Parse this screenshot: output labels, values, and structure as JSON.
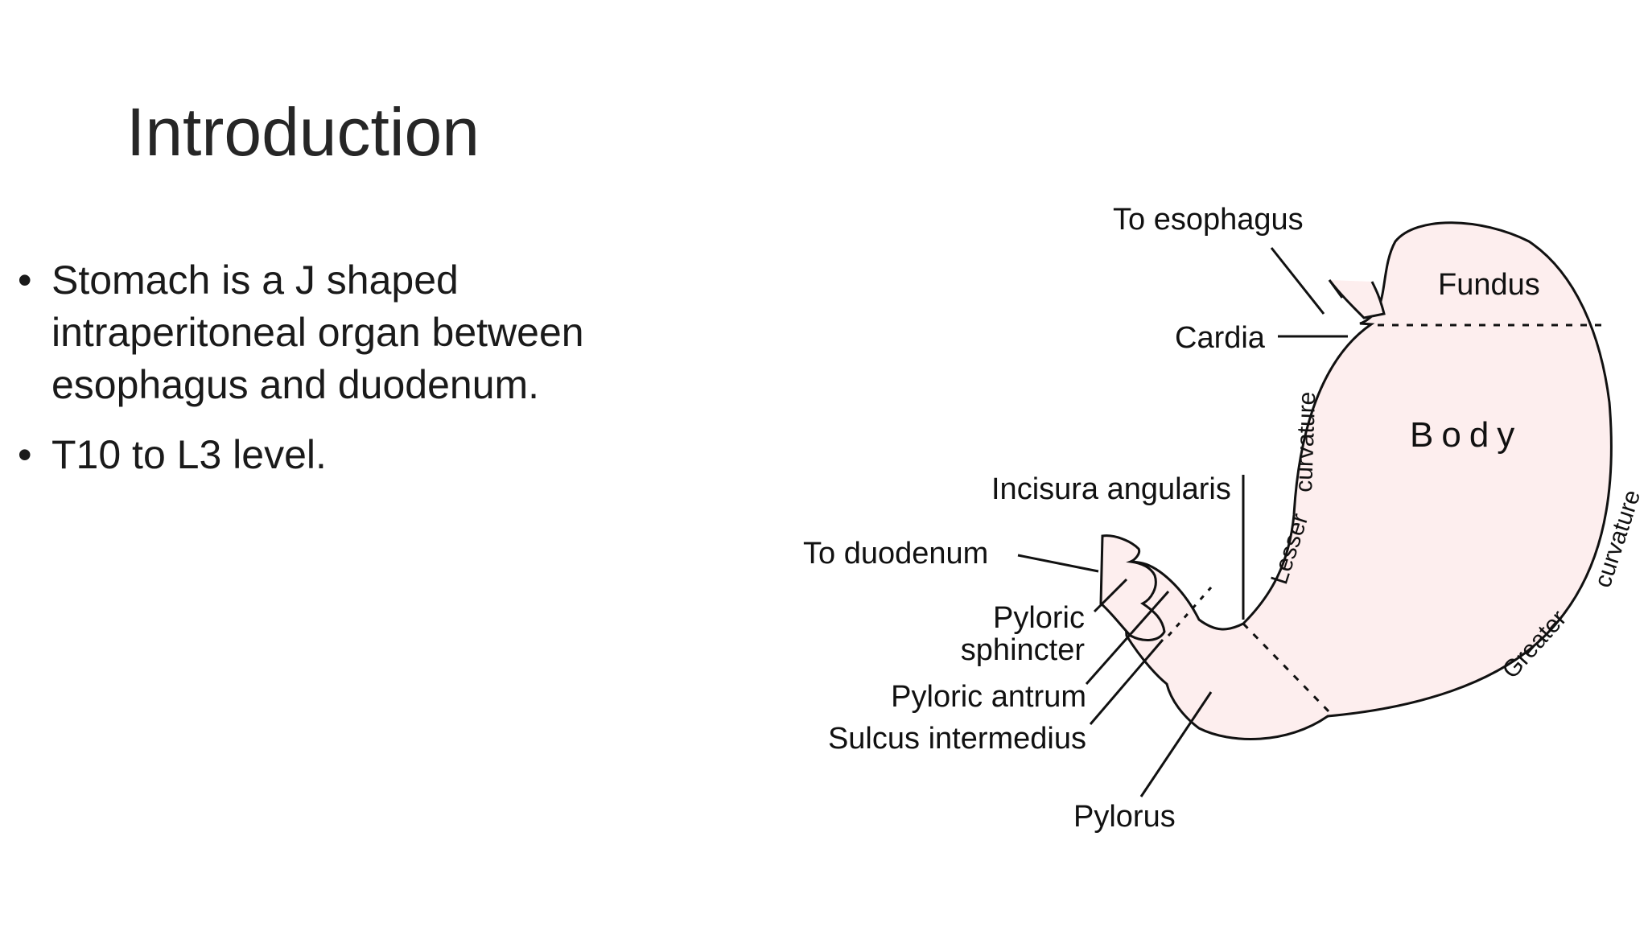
{
  "slide": {
    "title": "Introduction",
    "bullet_symbol": "•",
    "bullets": [
      "Stomach is a J shaped intraperitoneal organ between esophagus and duodenum.",
      "T10 to L3 level."
    ]
  },
  "diagram": {
    "stomach_fill": "#fdeeee",
    "outline_color": "#111111",
    "labels": {
      "to_esophagus": "To esophagus",
      "fundus": "Fundus",
      "cardia": "Cardia",
      "body": "Body",
      "lesser_curvature_line1": "Lesser",
      "lesser_curvature_line2": "curvature",
      "incisura_angularis": "Incisura angularis",
      "to_duodenum": "To duodenum",
      "pyloric_sphincter_line1": "Pyloric",
      "pyloric_sphincter_line2": "sphincter",
      "pyloric_antrum": "Pyloric antrum",
      "sulcus_intermedius": "Sulcus intermedius",
      "pylorus": "Pylorus",
      "greater_curvature_line1": "Greater",
      "greater_curvature_line2": "curvature"
    }
  }
}
